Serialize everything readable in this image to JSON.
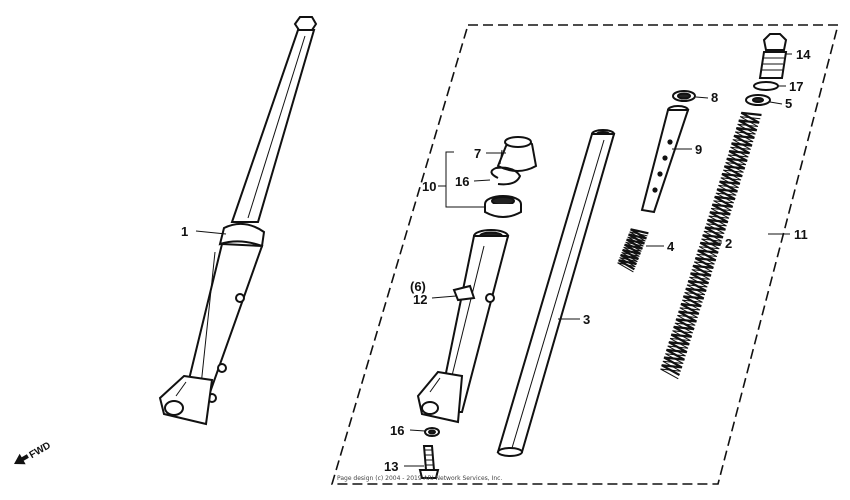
{
  "diagram": {
    "fwd_label": "FWD",
    "copyright": "Page design (c) 2004 - 2019 ARI Network Services, Inc.",
    "callouts": {
      "c1": "1",
      "c2": "2",
      "c3": "3",
      "c4": "4",
      "c5": "5",
      "c6": "(6)",
      "c7": "7",
      "c8": "8",
      "c9": "9",
      "c10": "10",
      "c11": "11",
      "c12": "12",
      "c13": "13",
      "c14": "14",
      "c16a": "16",
      "c16b": "16",
      "c17": "17"
    }
  }
}
